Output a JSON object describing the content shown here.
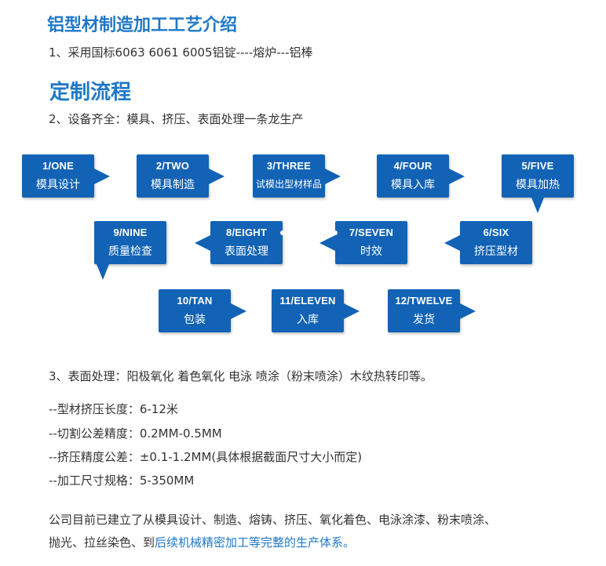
{
  "heading": "铝型材制造加工工艺介绍",
  "line1": "1、采用国标6063 6061 6005铝锭----熔炉---铝棒",
  "custom_heading": "定制流程",
  "line2": "2、设备齐全：模具、挤压、表面处理一条龙生产",
  "steps": [
    {
      "en": "1/ONE",
      "cn": "模具设计"
    },
    {
      "en": "2/TWO",
      "cn": "模具制造"
    },
    {
      "en": "3/THREE",
      "cn": "试模出型材样品"
    },
    {
      "en": "4/FOUR",
      "cn": "模具入库"
    },
    {
      "en": "5/FIVE",
      "cn": "模具加热"
    },
    {
      "en": "6/SIX",
      "cn": "挤压型材"
    },
    {
      "en": "7/SEVEN",
      "cn": "时效"
    },
    {
      "en": "8/EIGHT",
      "cn": "表面处理"
    },
    {
      "en": "9/NINE",
      "cn": "质量检查"
    },
    {
      "en": "10/TAN",
      "cn": "包装"
    },
    {
      "en": "11/ELEVEN",
      "cn": "入库"
    },
    {
      "en": "12/TWELVE",
      "cn": "发货"
    }
  ],
  "line3": "3、表面处理：阳极氧化 着色氧化 电泳 喷涂（粉末喷涂）木纹热转印等。",
  "specs": [
    "--型材挤压长度：6-12米",
    "--切割公差精度：0.2MM-0.5MM",
    "--挤压精度公差：±0.1-1.2MM(具体根据截面尺寸大小而定)",
    "--加工尺寸规格：5-350MM"
  ],
  "summary": {
    "line1": "公司目前已建立了从模具设计、制造、熔铸、挤压、氧化着色、电泳涂漆、粉末喷涂、",
    "line2_plain": "抛光、拉丝染色、到",
    "line2_highlight": "后续机械精密加工等完整的生产体系。"
  },
  "colors": {
    "accent": "#1f78c8",
    "box": "#1263b6"
  }
}
